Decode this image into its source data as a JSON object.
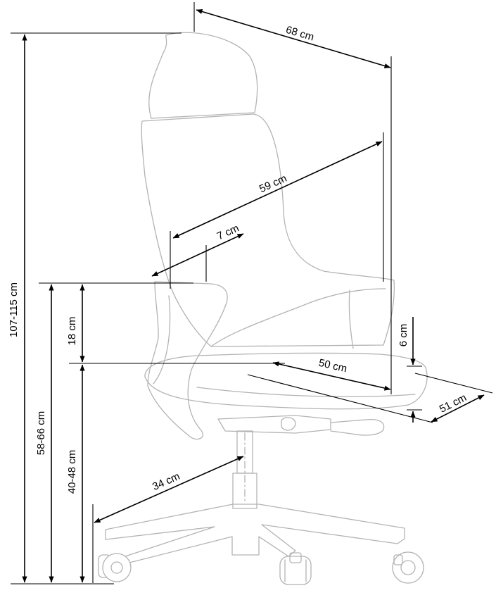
{
  "dimensions": {
    "backrest_width": "68 cm",
    "backrest_height": "59 cm",
    "armrest_width": "7 cm",
    "total_height": "107-115 cm",
    "armrest_height": "18 cm",
    "armrest_floor_height": "58-66 cm",
    "seat_height": "40-48 cm",
    "seat_depth": "50 cm",
    "seat_thickness": "6 cm",
    "seat_width": "51 cm",
    "base_radius": "34 cm"
  },
  "colors": {
    "chair_outline": "#b3b3b3",
    "dimension_line": "#000000"
  }
}
